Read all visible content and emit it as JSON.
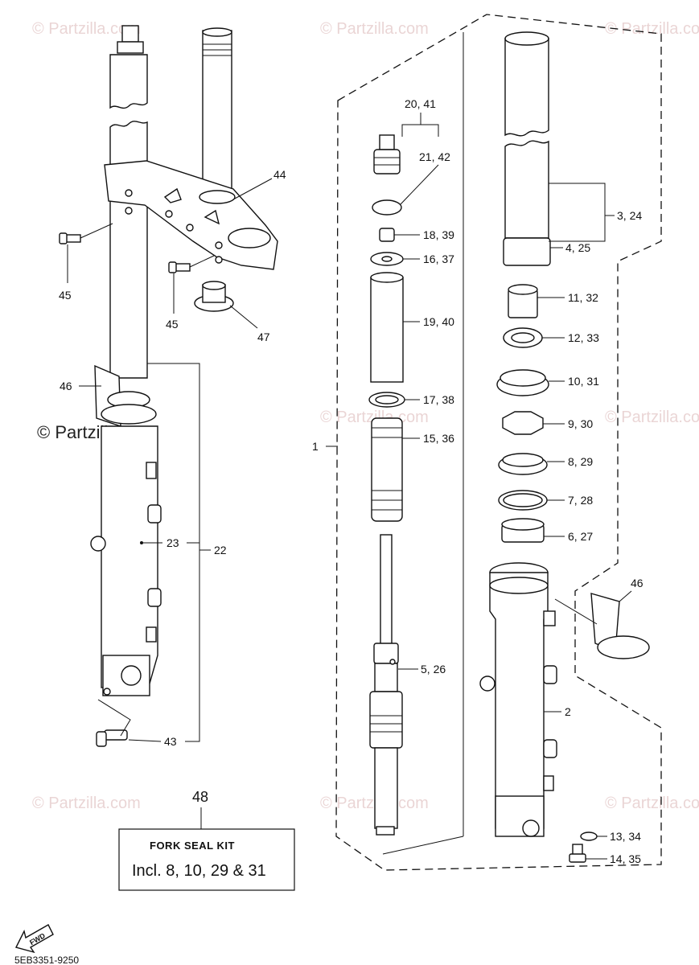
{
  "watermark": {
    "text": "© Partzilla.com",
    "center_text": "© Partzilla.com"
  },
  "diagram_code": "5EB3351-9250",
  "fwd_label": "FWD",
  "kit": {
    "number": "48",
    "title": "FORK SEAL KIT",
    "contents": "Incl. 8, 10, 29 & 31"
  },
  "callouts": {
    "c1": "1",
    "c2": "2",
    "c3_24": "3, 24",
    "c4_25": "4, 25",
    "c5_26": "5, 26",
    "c6_27": "6, 27",
    "c7_28": "7, 28",
    "c8_29": "8, 29",
    "c9_30": "9, 30",
    "c10_31": "10, 31",
    "c11_32": "11, 32",
    "c12_33": "12, 33",
    "c13_34": "13, 34",
    "c14_35": "14, 35",
    "c15_36": "15, 36",
    "c16_37": "16, 37",
    "c17_38": "17, 38",
    "c18_39": "18, 39",
    "c19_40": "19, 40",
    "c20_41": "20, 41",
    "c21_42": "21, 42",
    "c22": "22",
    "c23": "23",
    "c43": "43",
    "c44": "44",
    "c45a": "45",
    "c45b": "45",
    "c46a": "46",
    "c46b": "46",
    "c47": "47"
  }
}
